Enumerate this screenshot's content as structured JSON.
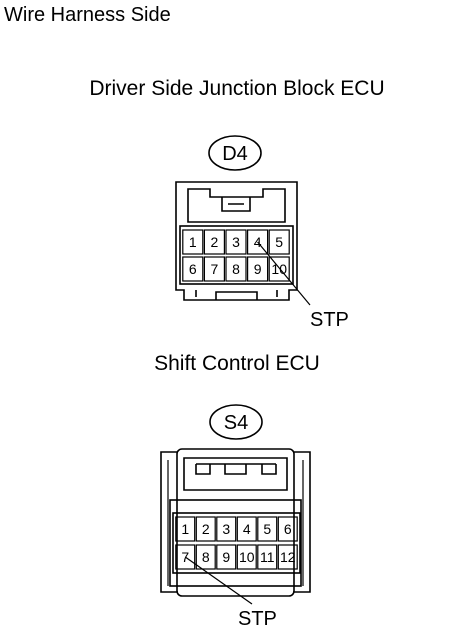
{
  "header": "Wire Harness Side",
  "connectors": [
    {
      "name": "Driver Side Junction Block ECU",
      "code": "D4",
      "rows": [
        [
          "1",
          "2",
          "3",
          "4",
          "5"
        ],
        [
          "6",
          "7",
          "8",
          "9",
          "10"
        ]
      ],
      "signal": {
        "label": "STP",
        "pin": "4"
      }
    },
    {
      "name": "Shift Control ECU",
      "code": "S4",
      "rows": [
        [
          "1",
          "2",
          "3",
          "4",
          "5",
          "6"
        ],
        [
          "7",
          "8",
          "9",
          "10",
          "11",
          "12"
        ]
      ],
      "signal": {
        "label": "STP",
        "pin": "7"
      }
    }
  ]
}
